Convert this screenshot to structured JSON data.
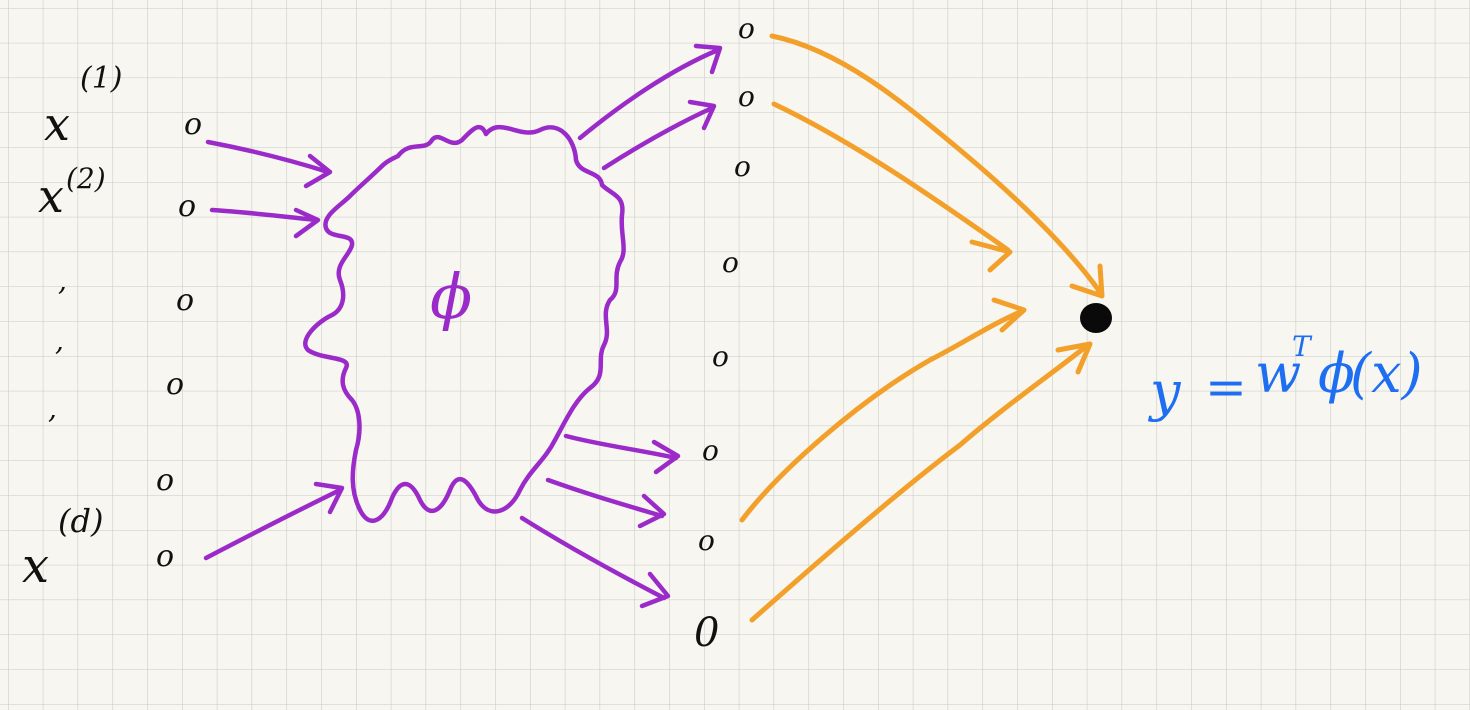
{
  "colors": {
    "paper": "#f7f6f1",
    "grid": "#c9c9c4",
    "ink": "#111111",
    "phi": "#9b2bc8",
    "orange": "#f3a02b",
    "blue": "#1e6ef2"
  },
  "inputs": {
    "labels": {
      "x1_base": "x",
      "x1_sup": "(1)",
      "x2_base": "x",
      "x2_sup": "(2)",
      "dots": [
        ",",
        ",",
        ","
      ],
      "xd_base": "x",
      "xd_sup": "(d)"
    },
    "node_glyphs": [
      "o",
      "o",
      "o",
      "o",
      "o",
      "o"
    ]
  },
  "transform": {
    "symbol": "ϕ"
  },
  "features": {
    "node_glyphs": [
      "o",
      "o",
      "o",
      "o",
      "o",
      "o",
      "o",
      "0"
    ]
  },
  "output": {
    "equation": {
      "y": "y",
      "eq": "=",
      "w": "w",
      "sup": "T",
      "phi": "ϕ",
      "arg": "(x)"
    }
  }
}
